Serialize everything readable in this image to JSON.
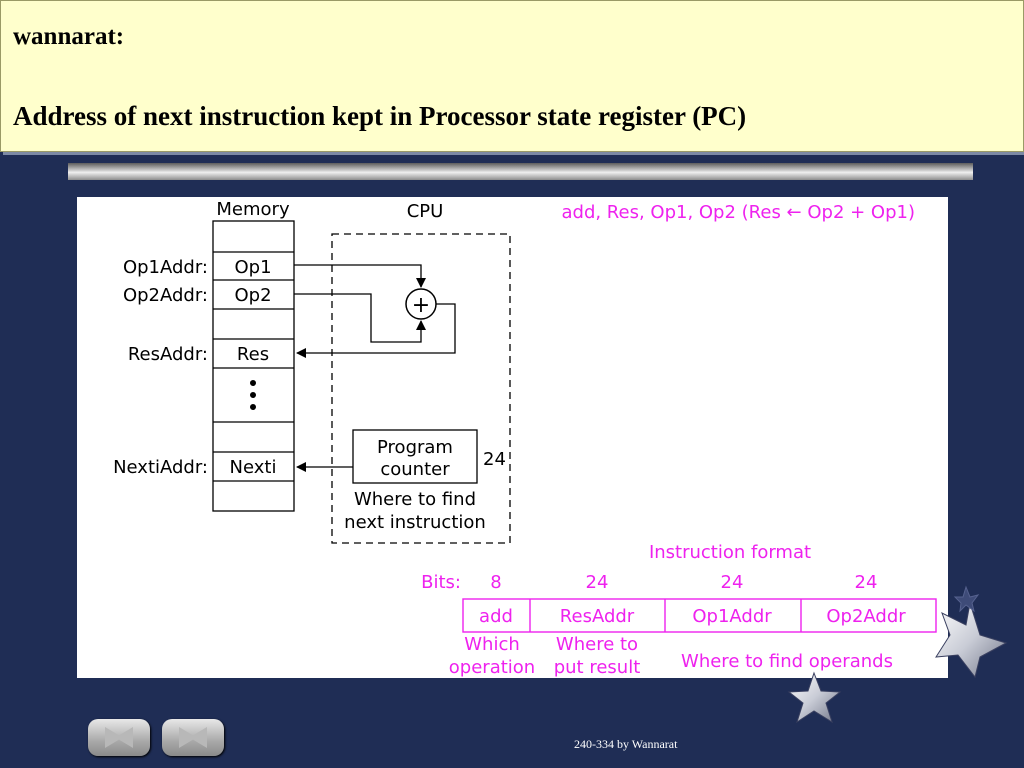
{
  "header": {
    "speaker": "wannarat:",
    "title": "Address of next  instruction kept in Processor state register (PC)"
  },
  "diagram": {
    "memory_title": "Memory",
    "cpu_title": "CPU",
    "instruction_text": "add, Res, Op1, Op2  (Res ← Op2 + Op1)",
    "addresses": {
      "op1": "Op1Addr:",
      "op2": "Op2Addr:",
      "res": "ResAddr:",
      "next": "NextiAddr:"
    },
    "cells": {
      "op1": "Op1",
      "op2": "Op2",
      "res": "Res",
      "next": "Nexti"
    },
    "adder_symbol": "+",
    "pc_line1": "Program",
    "pc_line2": "counter",
    "pc_bits": "24",
    "where_line1": "Where to find",
    "where_line2": "next instruction",
    "format_title": "Instruction format",
    "bits_label": "Bits:",
    "bits": [
      "8",
      "24",
      "24",
      "24"
    ],
    "fields": [
      "add",
      "ResAddr",
      "Op1Addr",
      "Op2Addr"
    ],
    "desc_which_1": "Which",
    "desc_which_2": "operation",
    "desc_where_1": "Where to",
    "desc_where_2": "put result",
    "desc_operands": "Where to find operands"
  },
  "colors": {
    "background": "#1f2d55",
    "header_bg": "#ffffcc",
    "pink": "#ee22ee"
  },
  "nav": {
    "prev_icon": "previous-slide-icon",
    "next_icon": "next-slide-icon"
  },
  "footer": {
    "text": "240-334 by Wannarat"
  }
}
